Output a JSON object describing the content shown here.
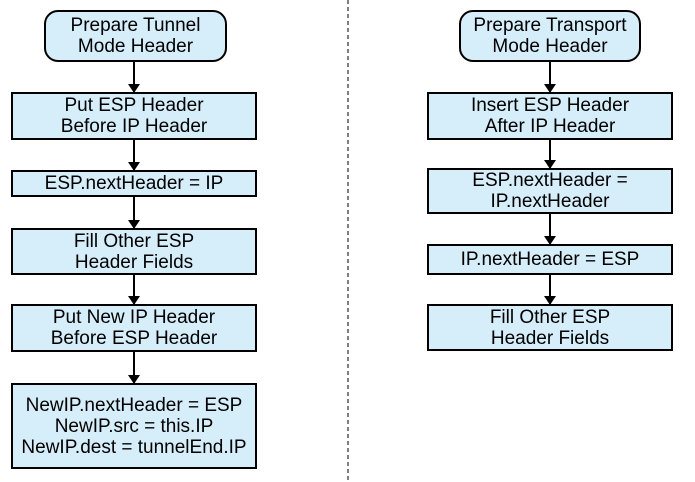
{
  "colors": {
    "canvas_bg": "#ffffff",
    "node_fill": "#d6edfa",
    "node_border": "#000000",
    "arrow_color": "#000000",
    "divider_color": "#7f7f7f",
    "text_color": "#000000"
  },
  "left_flow": {
    "name": "Tunnel Mode",
    "nodes": [
      {
        "id": "start",
        "shape": "rounded",
        "label": "Prepare Tunnel\nMode Header"
      },
      {
        "id": "put-esp-header",
        "shape": "rect",
        "label": "Put ESP Header\nBefore IP Header"
      },
      {
        "id": "esp-nextheader-ip",
        "shape": "rect",
        "label": "ESP.nextHeader = IP"
      },
      {
        "id": "fill-other-esp-fields",
        "shape": "rect",
        "label": "Fill Other ESP\nHeader Fields"
      },
      {
        "id": "put-new-ip-header",
        "shape": "rect",
        "label": "Put New IP Header\nBefore ESP Header"
      },
      {
        "id": "newip-assignments",
        "shape": "rect",
        "label": "NewIP.nextHeader = ESP\nNewIP.src = this.IP\nNewIP.dest = tunnelEnd.IP"
      }
    ]
  },
  "right_flow": {
    "name": "Transport Mode",
    "nodes": [
      {
        "id": "start",
        "shape": "rounded",
        "label": "Prepare Transport\nMode Header"
      },
      {
        "id": "insert-esp-header",
        "shape": "rect",
        "label": "Insert ESP Header\nAfter IP Header"
      },
      {
        "id": "esp-nextheader-ipnextheader",
        "shape": "rect",
        "label": "ESP.nextHeader =\nIP.nextHeader"
      },
      {
        "id": "ip-nextheader-esp",
        "shape": "rect",
        "label": "IP.nextHeader = ESP"
      },
      {
        "id": "fill-other-esp-fields",
        "shape": "rect",
        "label": "Fill Other ESP\nHeader Fields"
      }
    ]
  }
}
